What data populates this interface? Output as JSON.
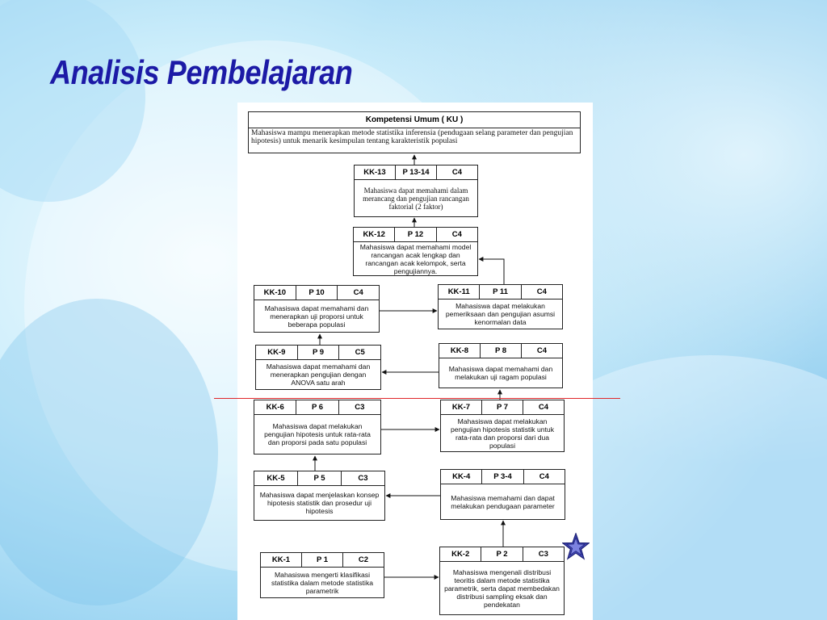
{
  "slide": {
    "title": "Analisis Pembelajaran"
  },
  "ku": {
    "heading": "Kompetensi Umum ( KU )",
    "text": "Mahasiswa mampu menerapkan metode statistika inferensia (pendugaan selang parameter dan pengujian hipotesis) untuk menarik kesimpulan tentang karakteristik populasi"
  },
  "kk13": {
    "code": "KK-13",
    "meeting": "P 13-14",
    "level": "C4",
    "text": "Mahasiswa dapat memahami dalam merancang dan pengujian rancangan faktorial  (2 faktor)"
  },
  "kk12": {
    "code": "KK-12",
    "meeting": "P 12",
    "level": "C4",
    "text": "Mahasiswa dapat memahami model rancangan acak lengkap dan rancangan acak kelompok, serta pengujiannya."
  },
  "kk11": {
    "code": "KK-11",
    "meeting": "P 11",
    "level": "C4",
    "text": "Mahasiswa dapat melakukan pemeriksaan dan pengujian asumsi kenormalan data"
  },
  "kk10": {
    "code": "KK-10",
    "meeting": "P 10",
    "level": "C4",
    "text": "Mahasiswa dapat memahami dan menerapkan uji proporsi untuk beberapa populasi"
  },
  "kk9": {
    "code": "KK-9",
    "meeting": "P 9",
    "level": "C5",
    "text": "Mahasiswa dapat memahami dan menerapkan pengujian dengan ANOVA satu arah"
  },
  "kk8": {
    "code": "KK-8",
    "meeting": "P 8",
    "level": "C4",
    "text": "Mahasiswa dapat memahami dan melakukan uji ragam populasi"
  },
  "kk7": {
    "code": "KK-7",
    "meeting": "P 7",
    "level": "C4",
    "text": "Mahasiswa dapat melakukan pengujian hipotesis statistik untuk rata-rata dan proporsi dari dua populasi"
  },
  "kk6": {
    "code": "KK-6",
    "meeting": "P 6",
    "level": "C3",
    "text": "Mahasiswa dapat melakukan pengujian hipotesis untuk rata-rata dan proporsi pada satu populasi"
  },
  "kk5": {
    "code": "KK-5",
    "meeting": "P 5",
    "level": "C3",
    "text": "Mahasiswa dapat menjelaskan konsep hipotesis statistik dan prosedur uji hipotesis"
  },
  "kk4": {
    "code": "KK-4",
    "meeting": "P 3-4",
    "level": "C4",
    "text": "Mahasiswa memahami dan dapat melakukan pendugaan parameter"
  },
  "kk2": {
    "code": "KK-2",
    "meeting": "P 2",
    "level": "C3",
    "text": "Mahasiswa mengenali distribusi teoritis dalam metode statistika parametrik, serta dapat membedakan distribusi sampling eksak dan pendekatan"
  },
  "kk1": {
    "code": "KK-1",
    "meeting": "P 1",
    "level": "C2",
    "text": "Mahasiswa mengerti klasifikasi statistika dalam metode statistika parametrik"
  },
  "colors": {
    "title": "#1c1aa6",
    "background": "#8fd0f2",
    "divider": "#e0262a",
    "star": "#4a4fc4"
  },
  "icons": {
    "star": "star-icon"
  }
}
